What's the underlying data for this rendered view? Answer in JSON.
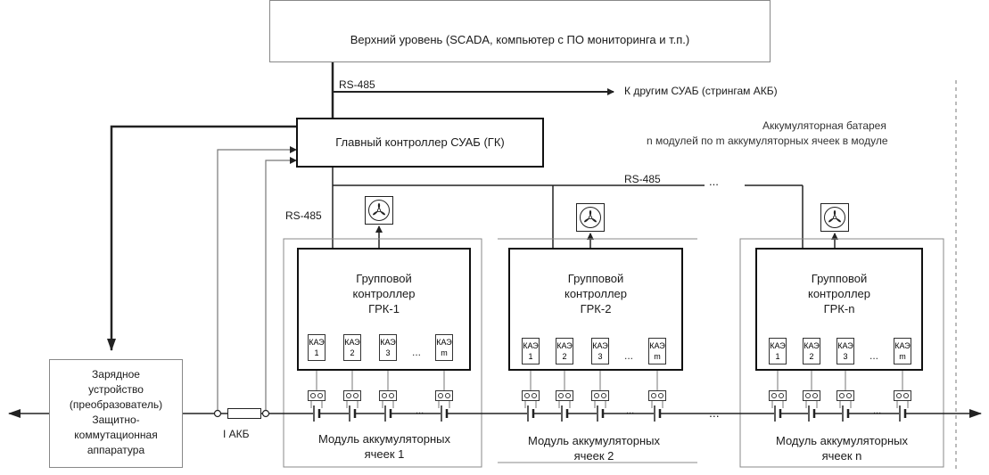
{
  "top_level": {
    "text": "Верхний уровень (SCADA,  компьютер с ПО мониторинга и т.п.)"
  },
  "rs485_top": "RS-485",
  "other_bms": "К другим СУАБ (стрингам АКБ)",
  "battery_note": {
    "line1": "Аккумуляторная батарея",
    "line2": "n модулей  по m аккумуляторных ячеек в модуле"
  },
  "main_controller": "Главный контроллер СУАБ (ГК)",
  "rs485_bus": "RS-485",
  "bus_ellipsis": "...",
  "rs485_left": "RS-485",
  "group_controllers": [
    {
      "line1": "Групповой",
      "line2": "контроллер",
      "line3": "ГРК-1"
    },
    {
      "line1": "Групповой",
      "line2": "контроллер",
      "line3": "ГРК-2"
    },
    {
      "line1": "Групповой",
      "line2": "контроллер",
      "line3": "ГРК-n"
    }
  ],
  "kae_label": "КАЭ",
  "kae_numbers": [
    "1",
    "2",
    "3",
    "m"
  ],
  "cell_dots": "...",
  "charger": {
    "line1": "Зарядное",
    "line2": "устройство",
    "line3": "(преобразователь)",
    "line4": "Защитно-",
    "line5": "коммутационная",
    "line6": "аппаратура"
  },
  "current_label": "I АКБ",
  "modules": [
    {
      "line1": "Модуль аккумуляторных",
      "line2": "ячеек 1"
    },
    {
      "line1": "Модуль аккумуляторных",
      "line2": "ячеек 2"
    },
    {
      "line1": "Модуль аккумуляторных",
      "line2": "ячеек n"
    }
  ],
  "between_modules_dots": "...",
  "icons": [
    "fan-icon",
    "arrow-icon",
    "battery-cell-icon",
    "terminal-block-icon",
    "shunt-resistor-icon"
  ]
}
